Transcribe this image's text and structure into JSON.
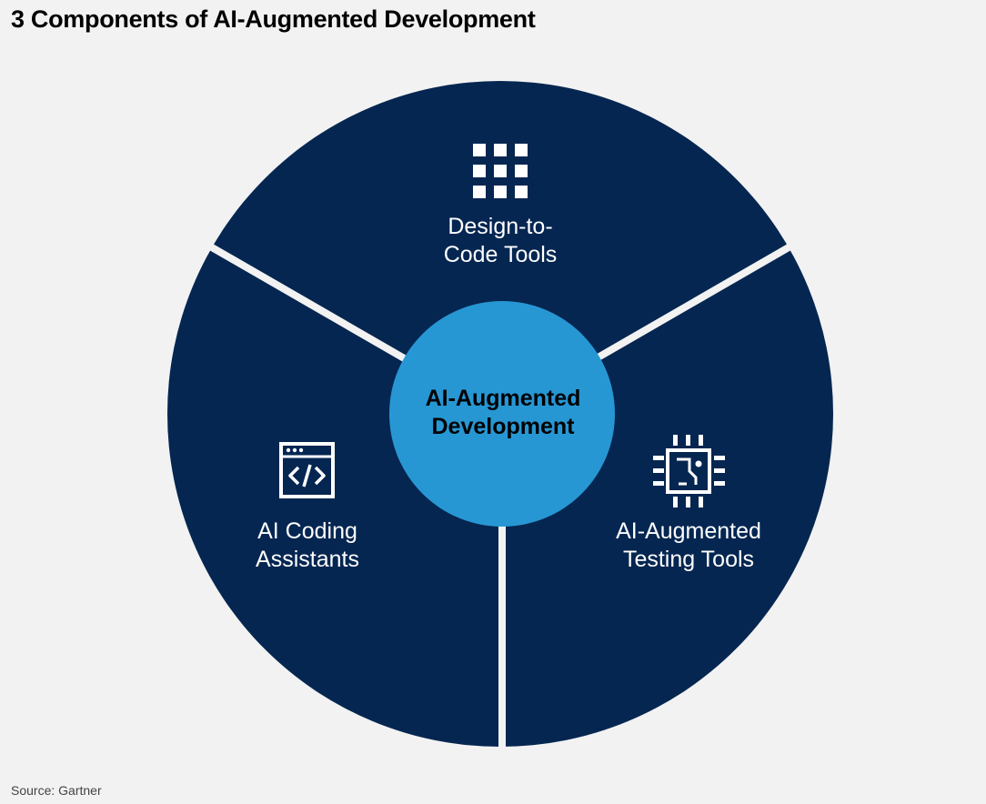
{
  "header": {
    "title": "3 Components of AI-Augmented Development"
  },
  "diagram": {
    "center": {
      "line1": "AI-Augmented",
      "line2": "Development"
    },
    "segments": [
      {
        "line1": "Design-to-",
        "line2": "Code Tools",
        "icon": "grid-icon"
      },
      {
        "line1": "AI Coding",
        "line2": "Assistants",
        "icon": "code-window-icon"
      },
      {
        "line1": "AI-Augmented",
        "line2": "Testing Tools",
        "icon": "chip-icon"
      }
    ]
  },
  "footer": {
    "source": "Source: Gartner"
  },
  "colors": {
    "background": "#f2f2f2",
    "segment": "#052651",
    "center": "#2797d4",
    "divider": "#f2f2f2",
    "icon": "#ffffff"
  }
}
